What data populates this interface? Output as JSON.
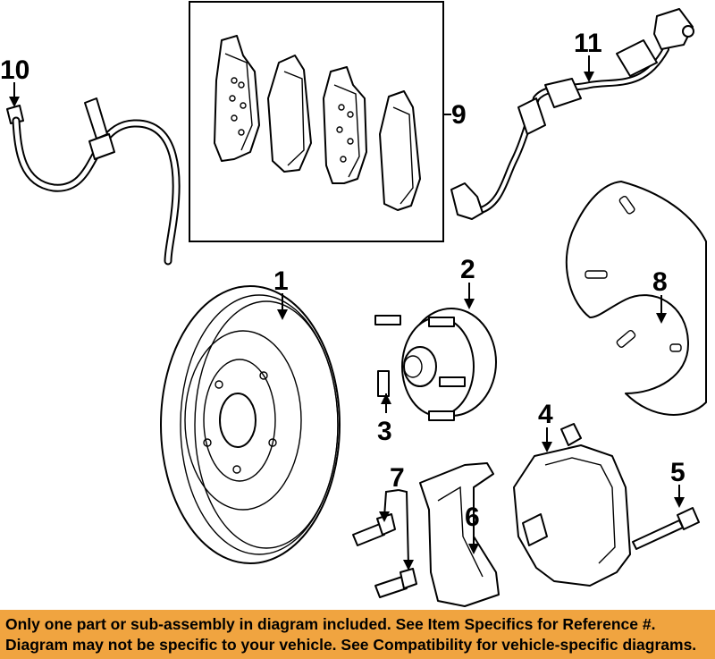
{
  "callouts": {
    "c1": "1",
    "c2": "2",
    "c3": "3",
    "c4": "4",
    "c5": "5",
    "c6": "6",
    "c7": "7",
    "c8": "8",
    "c9": "9",
    "c10": "10",
    "c11": "11"
  },
  "footer": {
    "line1": "Only one part or sub-assembly in diagram included. See Item Specifics for Reference #.",
    "line2": "Diagram may not be specific to your vehicle. See Compatibility for vehicle-specific diagrams."
  },
  "colors": {
    "footer_background": "#f0a440",
    "line_art": "#000000",
    "background": "#ffffff"
  }
}
